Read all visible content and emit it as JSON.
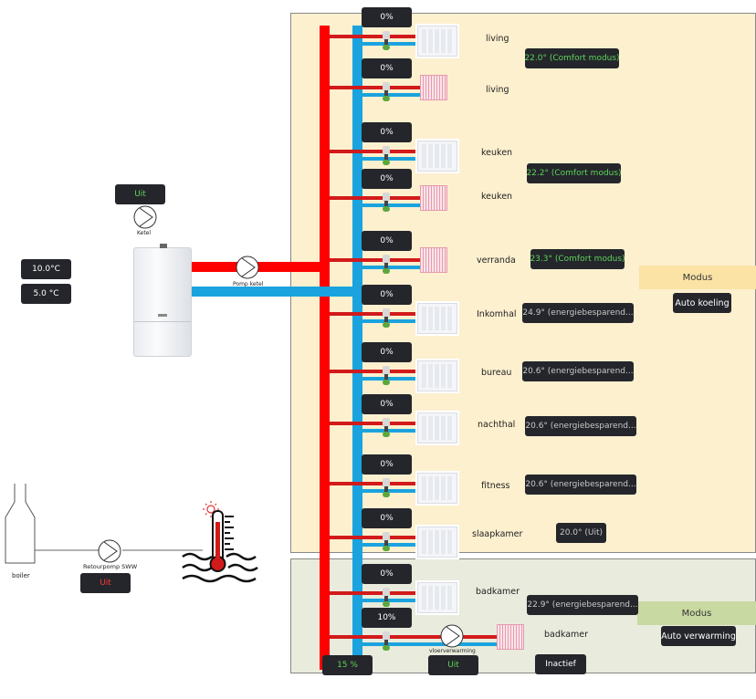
{
  "outdoor": {
    "temp_1": "10.0°C",
    "temp_2": "5.0 °C"
  },
  "ketel": {
    "pump_status": "Uit",
    "pump_label": "Ketel",
    "pipe_pump_label": "Pomp ketel"
  },
  "domestic_hot_water": {
    "tank_label": "boiler",
    "pump_label": "Retourpomp SWW",
    "pump_status": "Uit"
  },
  "zones": {
    "top": {
      "modus_label": "Modus",
      "modus_value": "Auto koeling",
      "modus_color": "#fbe3a6"
    },
    "bottom": {
      "modus_label": "Modus",
      "modus_value": "Auto verwarming",
      "modus_color": "#c8d9a2"
    }
  },
  "circuits": [
    {
      "valve": "0%",
      "room": "living",
      "emitter": "radiator"
    },
    {
      "valve": "0%",
      "room": "living",
      "emitter": "floor"
    },
    {
      "valve": "0%",
      "room": "keuken",
      "emitter": "radiator"
    },
    {
      "valve": "0%",
      "room": "keuken",
      "emitter": "floor"
    },
    {
      "valve": "0%",
      "room": "verranda",
      "emitter": "floor"
    },
    {
      "valve": "0%",
      "room": "Inkomhal",
      "emitter": "radiator"
    },
    {
      "valve": "0%",
      "room": "bureau",
      "emitter": "radiator"
    },
    {
      "valve": "0%",
      "room": "nachthal",
      "emitter": "radiator"
    },
    {
      "valve": "0%",
      "room": "fitness",
      "emitter": "radiator"
    },
    {
      "valve": "0%",
      "room": "slaapkamer",
      "emitter": "radiator"
    },
    {
      "valve": "0%",
      "room": "badkamer",
      "emitter": "radiator"
    },
    {
      "valve": "10%",
      "room": "badkamer",
      "emitter": "floor"
    }
  ],
  "thermostats": {
    "living": "22.0° (Comfort modus)",
    "keuken": "22.2° (Comfort modus)",
    "verranda": "23.3° (Comfort modus)",
    "inkomhal": "24.9° (energiebesparend...",
    "bureau": "20.6° (energiebesparend...",
    "nachthal": "20.6° (energiebesparend...",
    "fitness": "20.6° (energiebesparend...",
    "slaapkamer": "20.0° (Uit)",
    "badkamer": "22.9° (energiebesparend..."
  },
  "floor_heating": {
    "pump_label": "vloerverwarming",
    "pump_status": "Uit",
    "mix_value": "15 %",
    "state": "Inactief"
  },
  "colors": {
    "supply": "#ff0000",
    "return": "#1aa3de",
    "status_on": "#5fd35a",
    "status_off": "#ff3b3b"
  }
}
